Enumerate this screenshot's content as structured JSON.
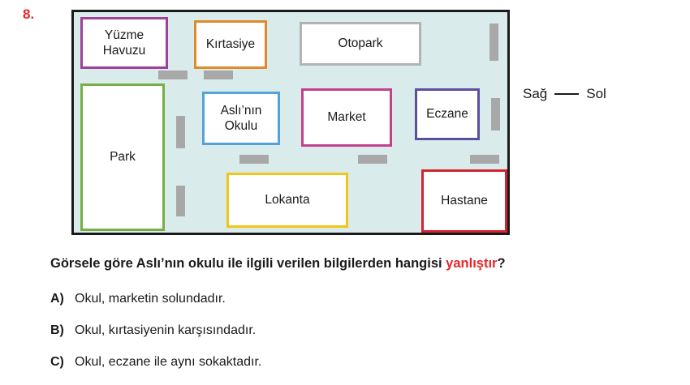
{
  "question": {
    "number": "8.",
    "stem": {
      "before": "Görsele göre Aslı’nın okulu ile ilgili verilen bilgilerden hangisi ",
      "highlight": "yanlıştır",
      "after": "?"
    },
    "options": [
      {
        "letter": "A)",
        "text": "Okul, marketin solundadır."
      },
      {
        "letter": "B)",
        "text": "Okul, kırtasiyenin karşısındadır."
      },
      {
        "letter": "C)",
        "text": "Okul, eczane ile aynı sokaktadır."
      }
    ]
  },
  "map": {
    "buildings": [
      {
        "label": "Yüzme Havuzu",
        "color": "#a0409a"
      },
      {
        "label": "Kırtasiye",
        "color": "#e18a2a"
      },
      {
        "label": "Otopark",
        "color": "#b3b3b3"
      },
      {
        "label": "Park",
        "color": "#76b043"
      },
      {
        "label": "Aslı’nın Okulu",
        "color": "#52a3d8"
      },
      {
        "label": "Market",
        "color": "#c2418c"
      },
      {
        "label": "Eczane",
        "color": "#5b4f9e"
      },
      {
        "label": "Lokanta",
        "color": "#f3c518"
      },
      {
        "label": "Hastane",
        "color": "#d2232e"
      }
    ],
    "legend": {
      "right_label": "Sağ",
      "left_label": "Sol"
    }
  },
  "colors": {
    "map_background": "#d9eceb",
    "map_border": "#1a1a1a",
    "road_marker": "#a8a8a8",
    "highlight_red": "#e8252a"
  }
}
